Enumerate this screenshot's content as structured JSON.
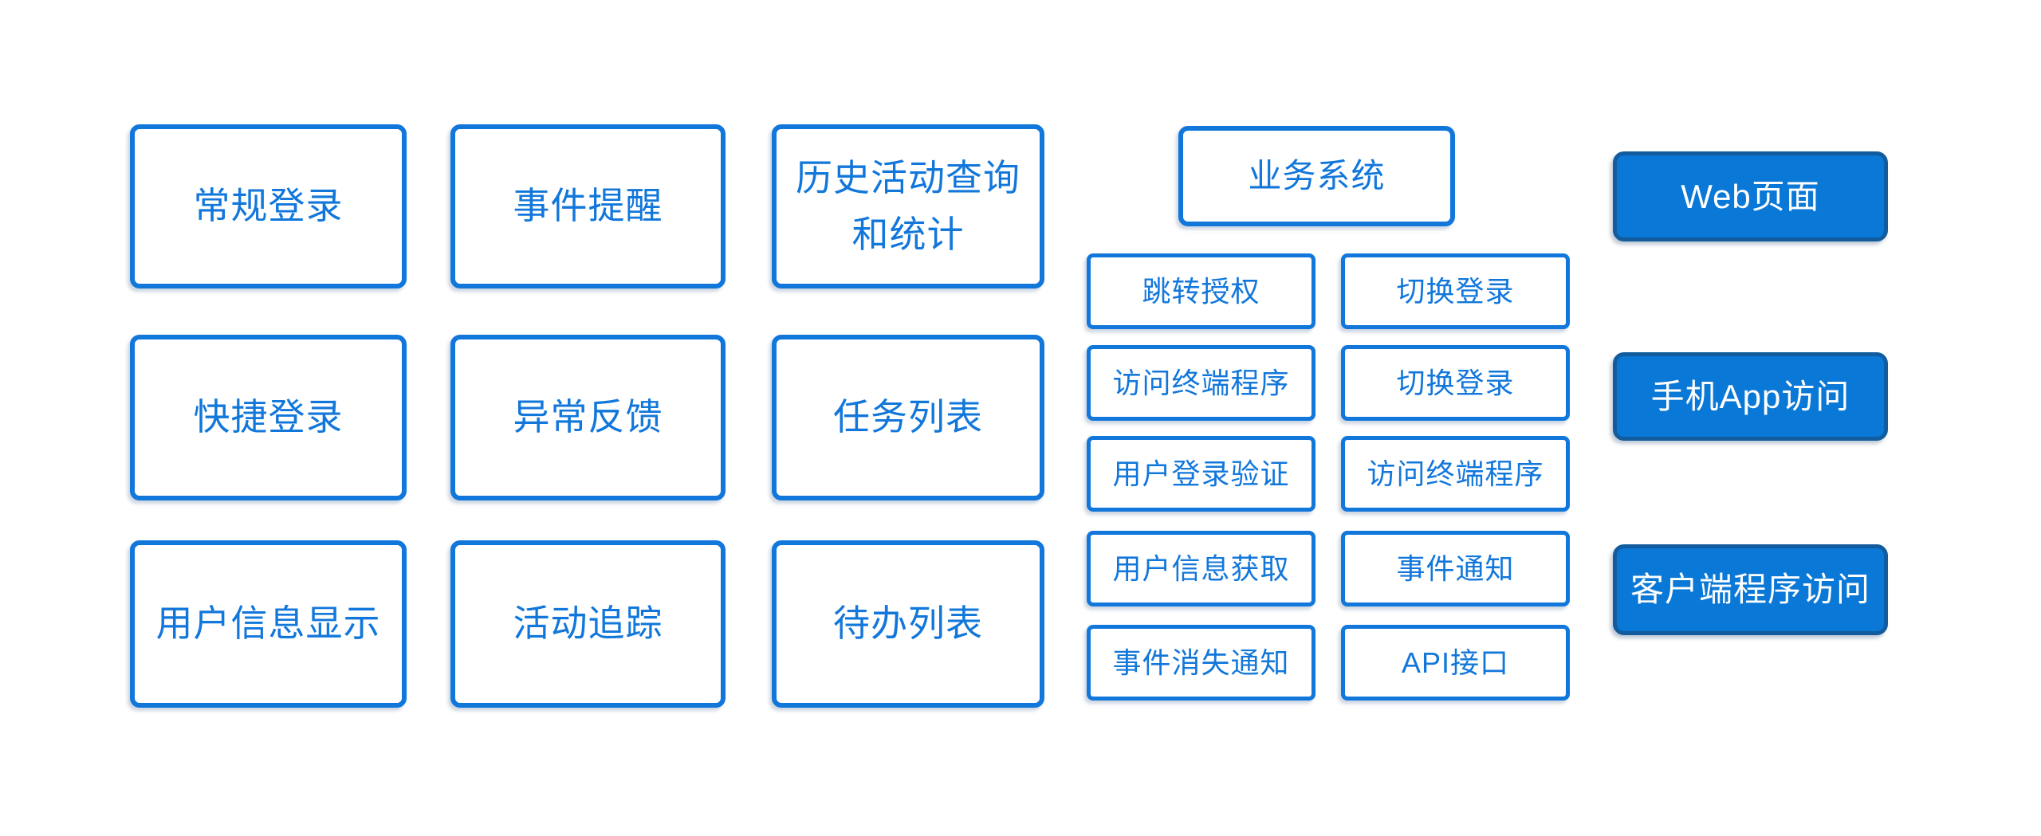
{
  "diagram_title": "",
  "colors": {
    "accent_blue": "#1277DB",
    "filled_fill": "#0A78D6",
    "filled_border": "#125C9E",
    "filled_text": "#FFFFFF",
    "background": "#FFFFFF"
  },
  "client_features": {
    "grid": [
      {
        "label": "常规登录"
      },
      {
        "label": "事件提醒"
      },
      {
        "label": "历史活动查询\n和统计"
      },
      {
        "label": "快捷登录"
      },
      {
        "label": "异常反馈"
      },
      {
        "label": "任务列表"
      },
      {
        "label": "用户信息显示"
      },
      {
        "label": "活动追踪"
      },
      {
        "label": "待办列表"
      }
    ]
  },
  "business_system": {
    "title": "业务系统",
    "left_column": [
      {
        "label": "跳转授权"
      },
      {
        "label": "访问终端程序"
      },
      {
        "label": "用户登录验证"
      },
      {
        "label": "用户信息获取"
      },
      {
        "label": "事件消失通知"
      }
    ],
    "right_column": [
      {
        "label": "切换登录"
      },
      {
        "label": "切换登录"
      },
      {
        "label": "访问终端程序"
      },
      {
        "label": "事件通知"
      },
      {
        "label": "API接口"
      }
    ]
  },
  "access_channels": {
    "items": [
      {
        "label": "Web页面"
      },
      {
        "label": "手机App访问"
      },
      {
        "label": "客户端程序访问"
      }
    ]
  }
}
